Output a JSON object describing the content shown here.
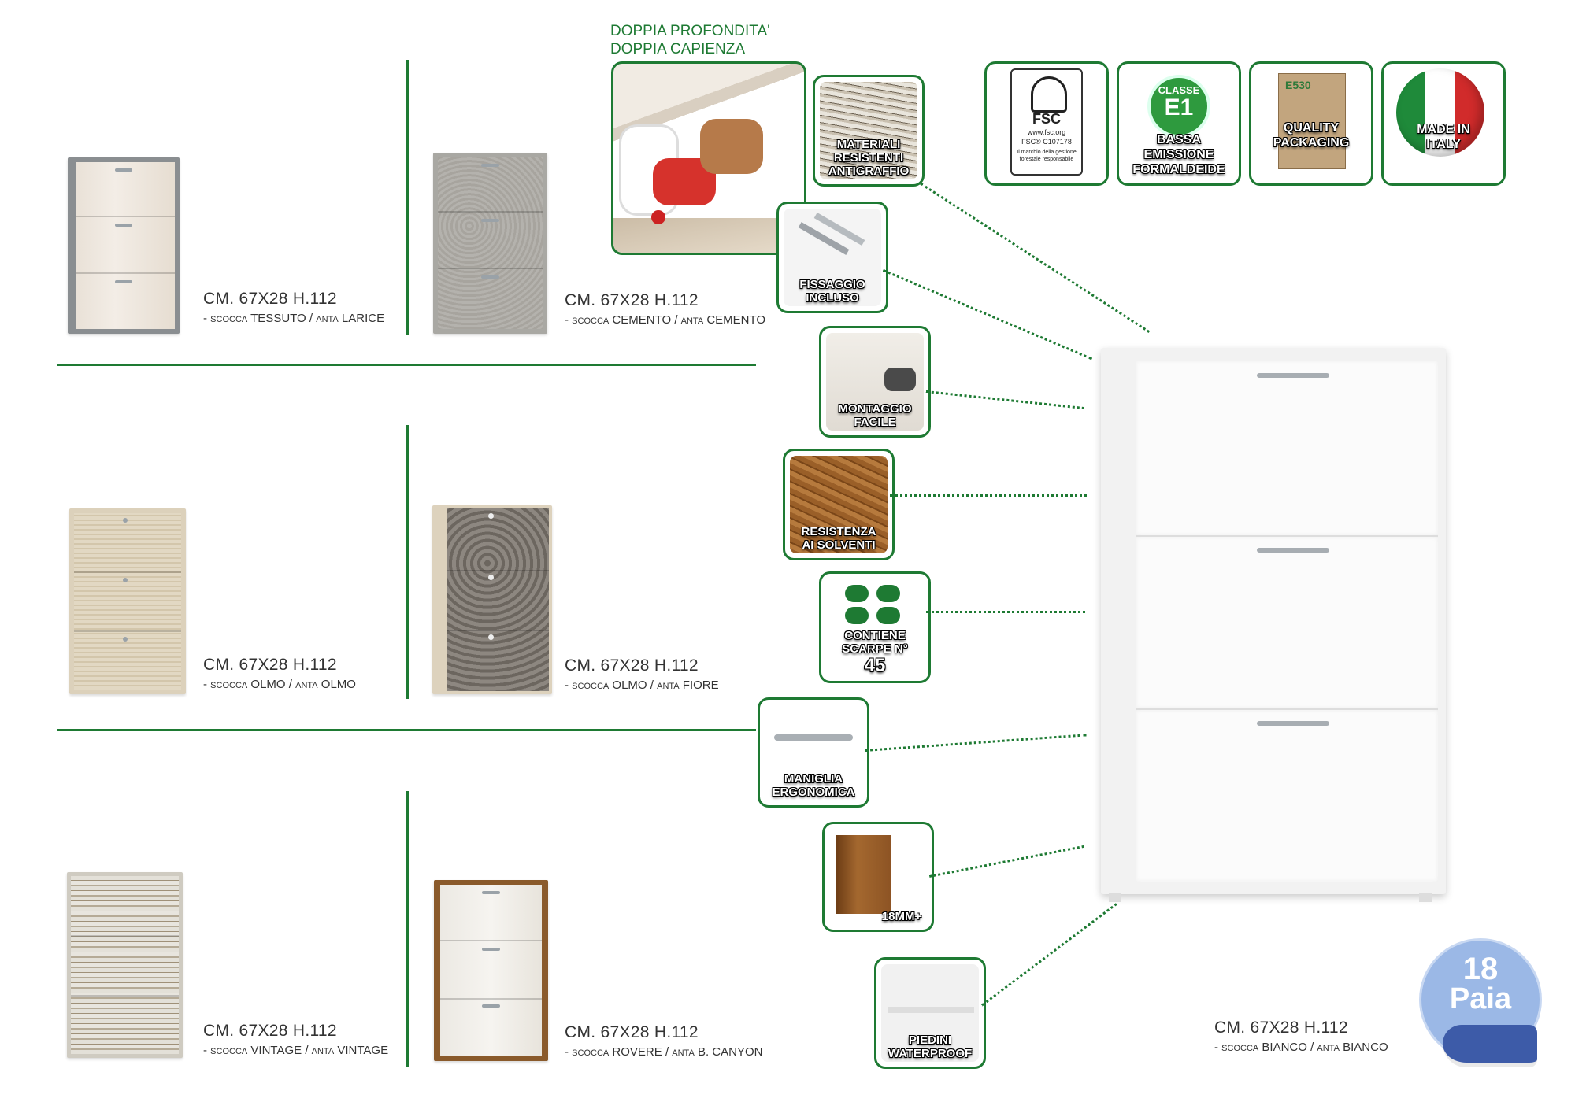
{
  "header": {
    "line1": "DOPPIA PROFONDITA'",
    "line2": "DOPPIA CAPIENZA"
  },
  "variants": [
    {
      "dim": "CM. 67X28 H.112",
      "scocca_label": "- scocca",
      "scocca": "TESSUTO",
      "anta_label": "/ anta",
      "anta": "LARICE"
    },
    {
      "dim": "CM. 67X28 H.112",
      "scocca_label": "- scocca",
      "scocca": "CEMENTO",
      "anta_label": "/ anta",
      "anta": "CEMENTO"
    },
    {
      "dim": "CM. 67X28 H.112",
      "scocca_label": "- scocca",
      "scocca": "OLMO",
      "anta_label": "/ anta",
      "anta": "OLMO"
    },
    {
      "dim": "CM. 67X28 H.112",
      "scocca_label": "- scocca",
      "scocca": "OLMO",
      "anta_label": "/ anta",
      "anta": "FIORE"
    },
    {
      "dim": "CM. 67X28 H.112",
      "scocca_label": "- scocca",
      "scocca": "VINTAGE",
      "anta_label": "/ anta",
      "anta": "VINTAGE"
    },
    {
      "dim": "CM. 67X28 H.112",
      "scocca_label": "- scocca",
      "scocca": "ROVERE",
      "anta_label": "/ anta",
      "anta": "B. CANYON"
    },
    {
      "dim": "CM. 67X28 H.112",
      "scocca_label": "- scocca",
      "scocca": "BIANCO",
      "anta_label": "/ anta",
      "anta": "BIANCO"
    }
  ],
  "features": [
    {
      "label1": "MATERIALI",
      "label2": "RESISTENTI",
      "label3": "ANTIGRAFFIO"
    },
    {
      "label1": "FISSAGGIO",
      "label2": "INCLUSO"
    },
    {
      "label1": "MONTAGGIO",
      "label2": "FACILE"
    },
    {
      "label1": "RESISTENZA",
      "label2": "AI SOLVENTI"
    },
    {
      "label1": "CONTIENE",
      "label2": "SCARPE N°",
      "label3": "45"
    },
    {
      "label1": "MANIGLIA",
      "label2": "ERGONOMICA"
    },
    {
      "label1": "18MM+"
    },
    {
      "label1": "PIEDINI",
      "label2": "WATERPROOF"
    }
  ],
  "certs": [
    {
      "logo": "FSC",
      "logo_sub": "www.fsc.org",
      "logo_code": "FSC® C107178",
      "logo_note": "Il marchio della gestione forestale responsabile"
    },
    {
      "badge_top": "CLASSE",
      "badge_main": "E1",
      "label1": "BASSA",
      "label2": "EMISSIONE",
      "label3": "FORMALDEIDE"
    },
    {
      "box_code": "E530",
      "label1": "QUALITY",
      "label2": "PACKAGING"
    },
    {
      "label1": "MADE IN",
      "label2": "ITALY"
    }
  ],
  "pairs_badge": {
    "number": "18",
    "word": "Paia"
  },
  "colors": {
    "accent": "#1e7a33",
    "badge_blue": "#9bb8e6"
  },
  "icons": [
    "fsc-tree-icon",
    "italy-flag-icon",
    "shoe-icon",
    "footprints-icon"
  ]
}
